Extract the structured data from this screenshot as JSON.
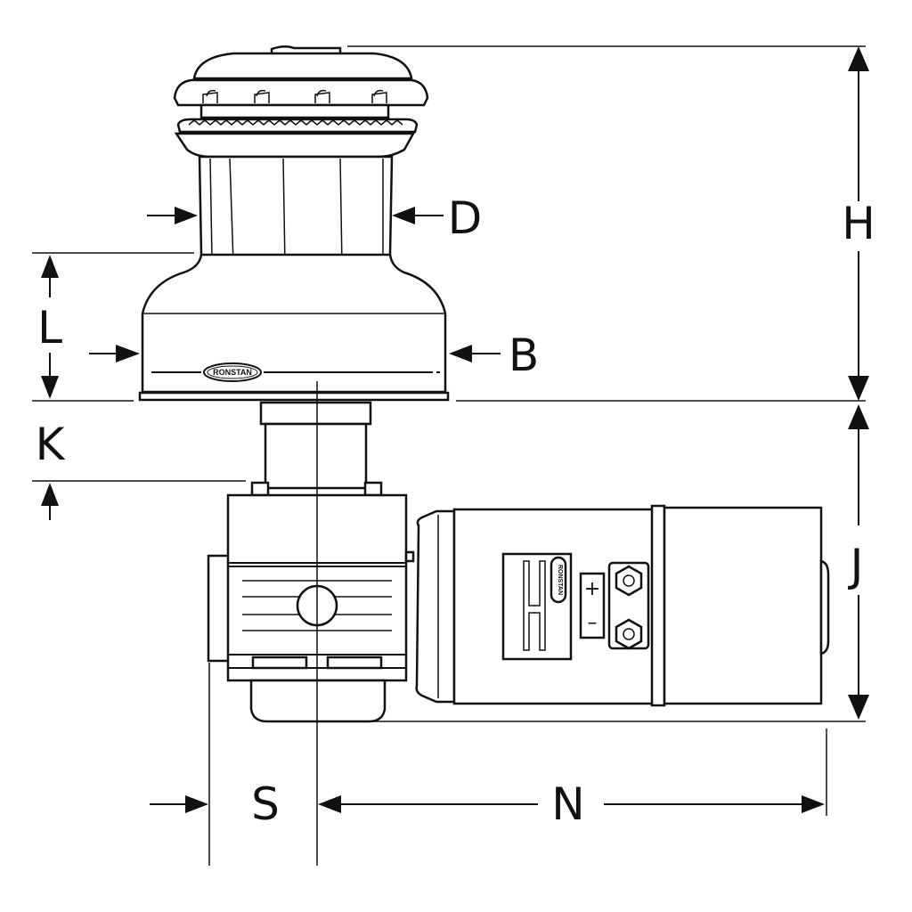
{
  "diagram": {
    "colors": {
      "line": "#111111",
      "background": "#ffffff"
    },
    "labels": {
      "H": "H",
      "D": "D",
      "L": "L",
      "B": "B",
      "K": "K",
      "J": "J",
      "S": "S",
      "N": "N"
    },
    "brand_logo": "RONSTAN",
    "terminal_signs": {
      "plus": "+",
      "minus": "–"
    }
  }
}
